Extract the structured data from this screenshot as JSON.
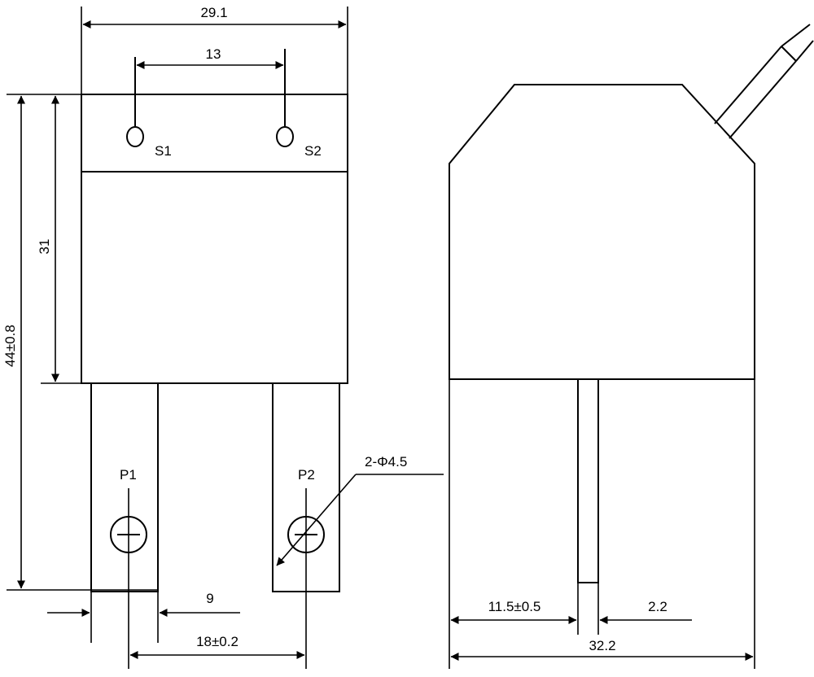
{
  "diagram": {
    "front_view": {
      "terminals": {
        "s1": "S1",
        "s2": "S2",
        "p1": "P1",
        "p2": "P2"
      },
      "dimensions": {
        "width": "29.1",
        "terminal_spacing": "13",
        "height": "31",
        "total_height": "44±0.8",
        "hole_spec": "2-Φ4.5",
        "pin_width": "9",
        "pin_pitch": "18±0.2"
      }
    },
    "side_view": {
      "dimensions": {
        "offset": "11.5±0.5",
        "pin_thickness": "2.2",
        "depth": "32.2"
      }
    }
  }
}
